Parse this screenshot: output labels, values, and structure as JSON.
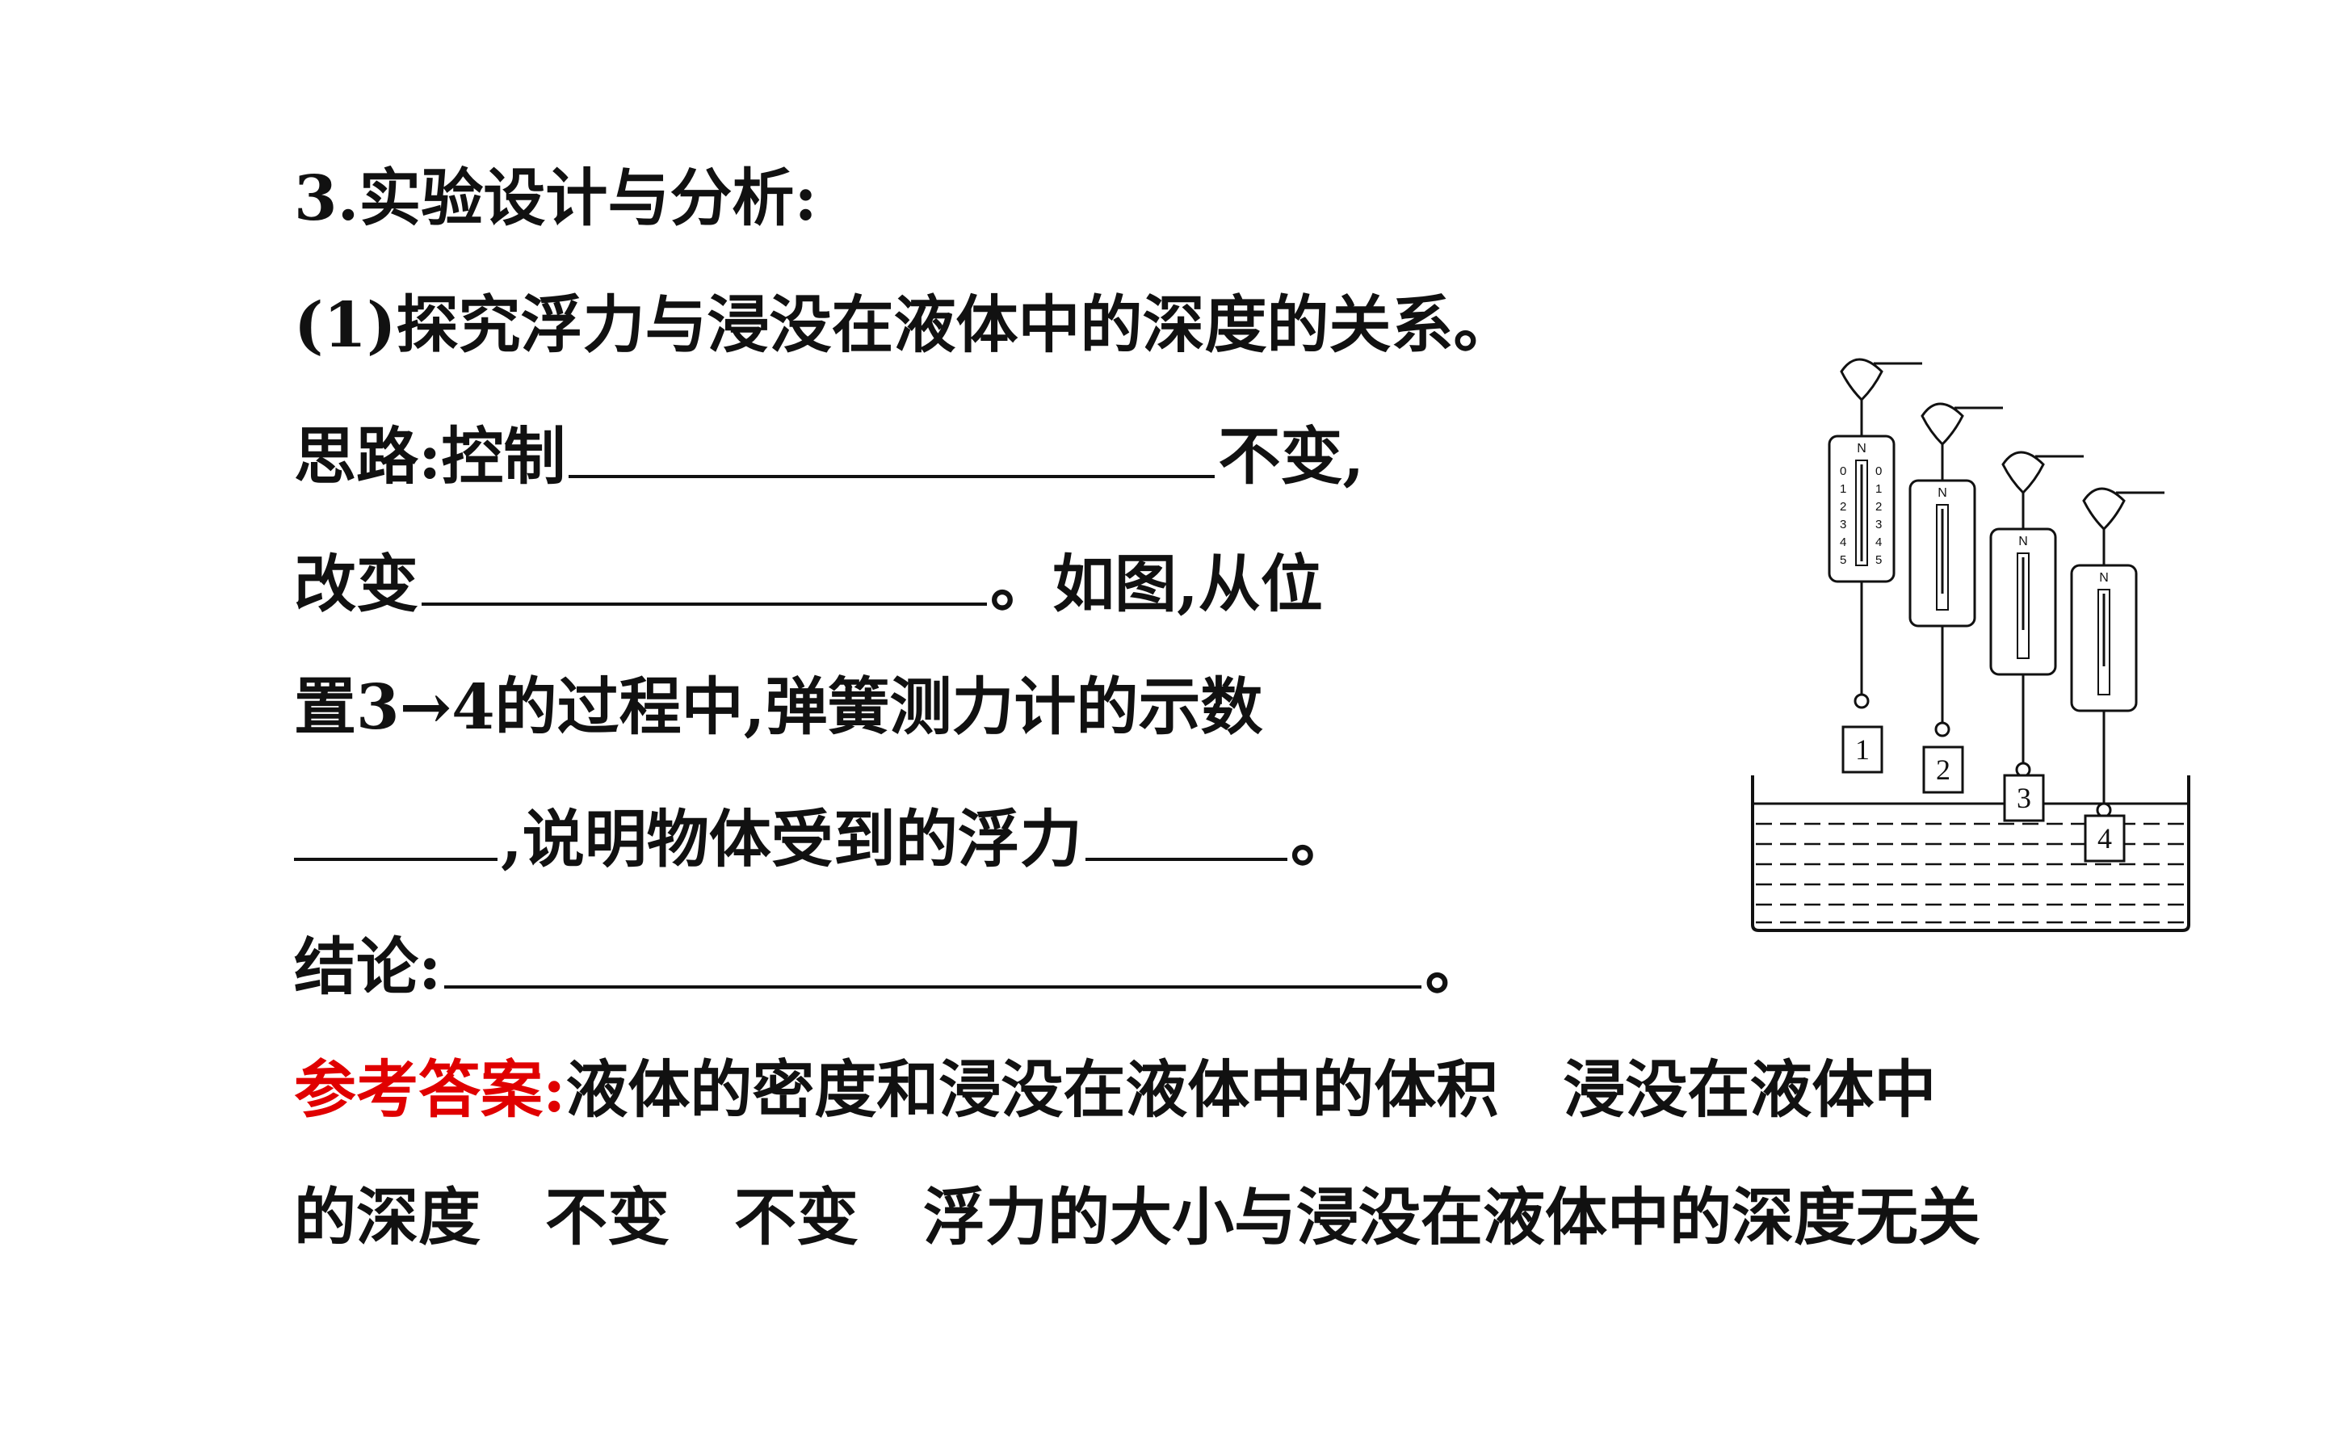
{
  "heading": "3.实验设计与分析:",
  "subheading": "(1)探究浮力与浸没在液体中的深度的关系。",
  "idea": {
    "label": "思路:控制",
    "after_blank_1": "不变,",
    "change_label": "改变",
    "after_blank_2": "。如图,从位",
    "process": "置3→4的过程中,弹簧测力计的示数",
    "explain": ",说明物体受到的浮力",
    "end": "。"
  },
  "conclusion": {
    "label": "结论:",
    "end": "。"
  },
  "answer": {
    "label": "参考答案:",
    "line1_a": "液体的密度和浸没在液体中的体积",
    "line1_b": "浸没在液体中",
    "line2_a": "的深度",
    "line2_b": "不变",
    "line2_c": "不变",
    "line2_d": "浮力的大小与浸没在液体中的深度无关"
  },
  "figure": {
    "meter_unit": "N",
    "scale_numbers": [
      "0",
      "1",
      "2",
      "3",
      "4",
      "5"
    ],
    "block_labels": [
      "1",
      "2",
      "3",
      "4"
    ]
  },
  "colors": {
    "text": "#111111",
    "answer_label": "#e00000"
  }
}
